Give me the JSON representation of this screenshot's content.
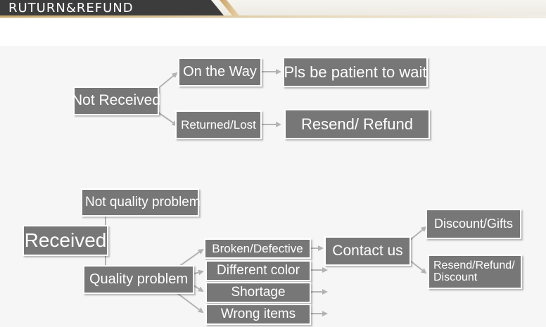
{
  "header": {
    "title": "RUTURN&REFUND"
  },
  "colors": {
    "box": "#777777",
    "arrow": "#b3b3b3",
    "banner": "#3c3c3c",
    "accent": "#c9a46a"
  },
  "not_received": {
    "label": "Not Received",
    "branches": [
      {
        "label": "On the Way",
        "outcome": "Pls be patient to wait"
      },
      {
        "label": "Returned/Lost",
        "outcome": "Resend/ Refund"
      }
    ]
  },
  "received": {
    "label": "Received",
    "not_quality": "Not quality problem",
    "quality": "Quality problem",
    "issues": [
      "Broken/Defective",
      "Different color",
      "Shortage",
      "Wrong items"
    ],
    "contact": "Contact us",
    "results": [
      "Discount/Gifts",
      "Resend/Refund/ Discount"
    ]
  }
}
